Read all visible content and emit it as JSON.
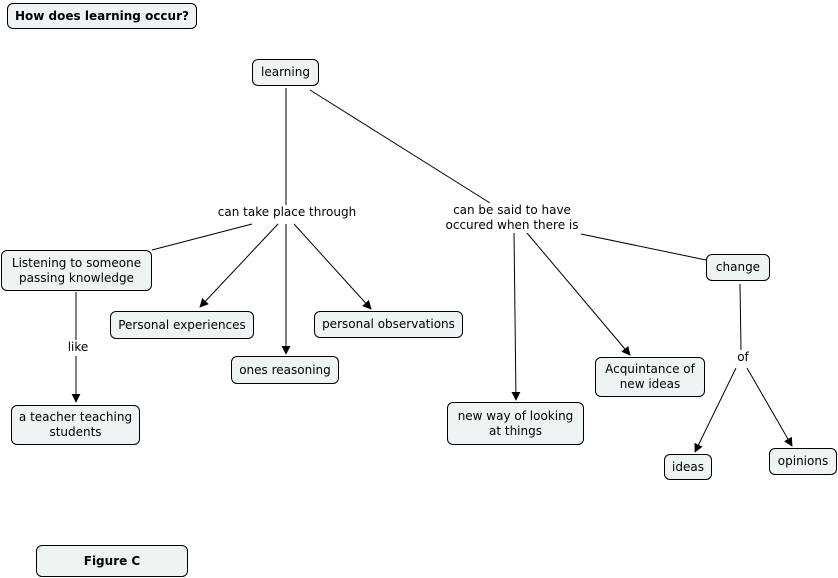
{
  "title": "How does learning occur?",
  "caption": "Figure C",
  "nodes": {
    "learning": "learning",
    "listening": "Listening to someone\npassing knowledge",
    "personal_experiences": "Personal experiences",
    "ones_reasoning": "ones reasoning",
    "personal_observations": "personal observations",
    "teacher": "a teacher teaching\nstudents",
    "new_way": "new way of looking\nat things",
    "acquaintance": "Acquintance of\nnew ideas",
    "change": "change",
    "ideas": "ideas",
    "opinions": "opinions"
  },
  "links": {
    "take_place": "can take place through",
    "said_to_have": "can be said to have\noccured when there is",
    "like": "like",
    "of": "of"
  },
  "colors": {
    "node_fill": "#eef3f6",
    "line": "#000000"
  }
}
